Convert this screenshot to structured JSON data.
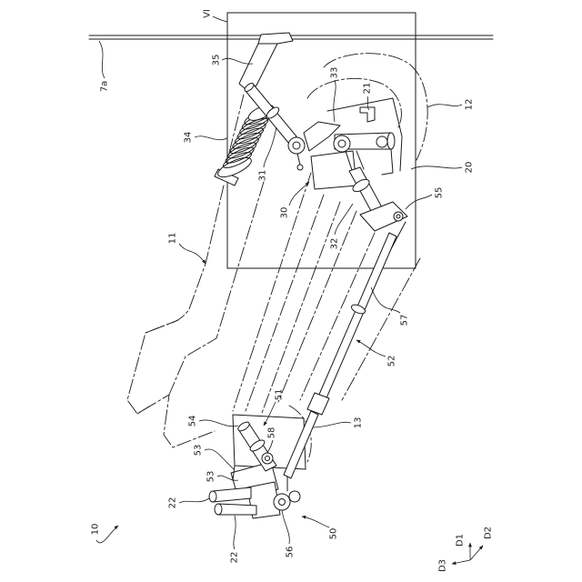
{
  "figure": {
    "reference_labels": [
      "VI",
      "7a",
      "35",
      "33",
      "21",
      "12",
      "34",
      "31",
      "20",
      "30",
      "55",
      "11",
      "32",
      "57",
      "52",
      "51",
      "13",
      "54",
      "58",
      "53",
      "53",
      "22",
      "50",
      "22",
      "56",
      "10"
    ],
    "direction_labels": [
      "D1",
      "D2",
      "D3"
    ]
  }
}
